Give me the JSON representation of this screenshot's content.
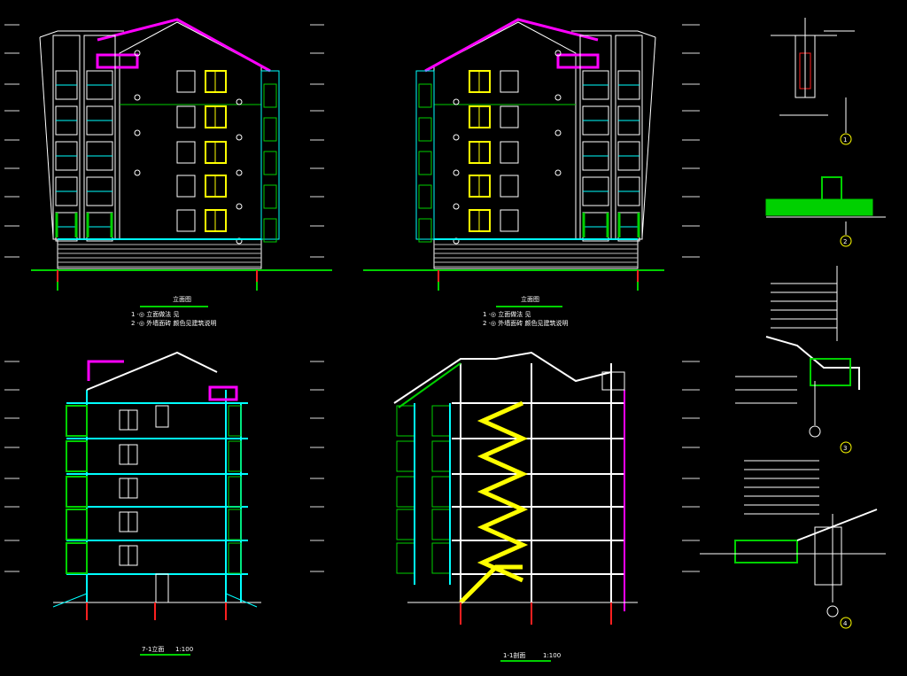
{
  "canvas": {
    "background": "#000000"
  },
  "colors": {
    "line": "#ffffff",
    "cyan": "#00ffff",
    "green": "#00d000",
    "yellow": "#ffff00",
    "magenta": "#ff00ff",
    "red": "#ff2020"
  },
  "drawings": [
    {
      "id": "front-elevation",
      "title": "立面图",
      "notes": [
        "1 ·◎ 立面做法  见",
        "2 ·◎ 外墙面砖  颜色见建筑说明"
      ]
    },
    {
      "id": "rear-elevation",
      "title": "立面图",
      "notes": [
        "1 ·◎ 立面做法  见",
        "2 ·◎ 外墙面砖  颜色见建筑说明"
      ]
    },
    {
      "id": "side-elevation",
      "title": "7-1立面",
      "scale": "1:100"
    },
    {
      "id": "section",
      "title": "1-1剖面",
      "scale": "1:100"
    }
  ],
  "details": [
    {
      "number": "1"
    },
    {
      "number": "2"
    },
    {
      "number": "3"
    },
    {
      "number": "4"
    }
  ]
}
